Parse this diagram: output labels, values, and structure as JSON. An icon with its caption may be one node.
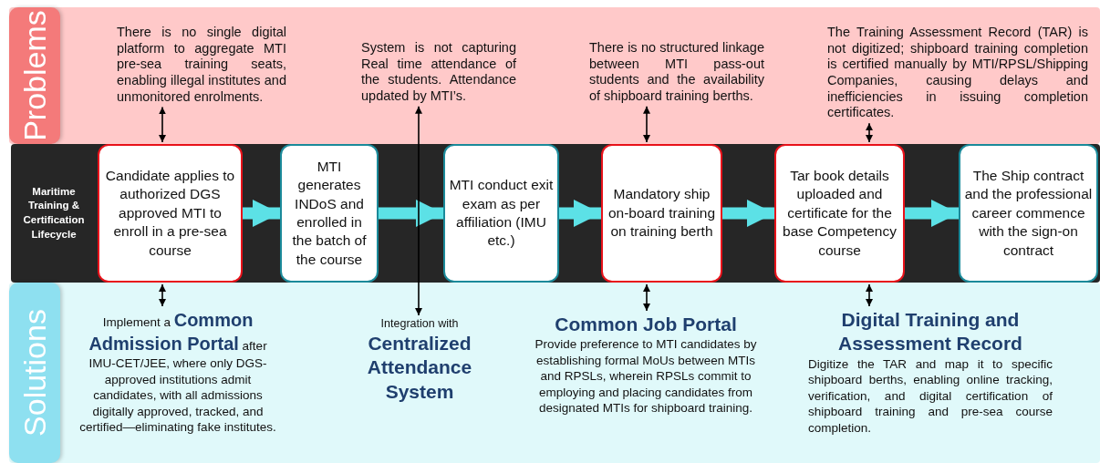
{
  "diagram": {
    "nodes": [
      {
        "text": [
          "Problems"
        ]
      },
      {
        "text": [
          "There is no single digital platform to aggregate MTI pre-sea training seats, enabling illegal institutes and unmonitored enrolments."
        ],
        "in": 0
      },
      {
        "text": [
          "System is not capturing Real time attendance of the students. Attendance updated by MTI’s."
        ],
        "in": 0
      },
      {
        "text": [
          "There is no structured linkage between MTI pass-out students and the availability of shipboard training berths."
        ],
        "in": 0
      },
      {
        "text": [
          "The Training Assessment Record (TAR) is not digitized; shipboard training completion is certified manually by MTI/RPSL/Shipping Companies, causing delays and inefficiencies in issuing completion certificates."
        ],
        "in": 0
      },
      {
        "text": [
          "Maritime Training & Certification Lifecycle"
        ]
      },
      {
        "text": [
          "Candidate applies to authorized DGS approved MTI to enroll in a pre-sea course"
        ],
        "in": 5
      },
      {
        "text": [
          "MTI generates INDoS and enrolled in the batch of the course"
        ],
        "in": 5
      },
      {
        "text": [
          "MTI conduct exit exam as per affiliation (IMU etc.)"
        ],
        "in": 5
      },
      {
        "text": [
          "Mandatory ship on-board training on training berth"
        ],
        "in": 5
      },
      {
        "text": [
          "Tar book details uploaded and certificate for the base Competency course"
        ],
        "in": 5
      },
      {
        "text": [
          "The Ship contract and the professional career commence with the sign-on contract"
        ],
        "in": 5
      },
      {
        "text": [
          "Solutions"
        ]
      },
      {
        "text": [
          "Implement a **Common Admission Portal** after IMU-CET/JEE, where only DGS-approved institutions admit candidates, with all admissions digitally approved, tracked, and certified—eliminating fake institutes."
        ],
        "in": 12
      },
      {
        "text": [
          "Integration with",
          "Centralized Attendance System"
        ],
        "in": 12
      },
      {
        "text": [
          "Common Job Portal",
          "Provide preference to MTI candidates by establishing formal MoUs between MTIs and RPSLs, wherein RPSLs commit to employing and placing candidates from designated MTIs for shipboard training."
        ],
        "in": 12
      },
      {
        "text": [
          "Digital Training and Assessment Record",
          "Digitize the TAR and map it to specific shipboard berths, enabling online tracking, verification, and digital certification of shipboard training and pre-sea course completion."
        ],
        "in": 12
      }
    ],
    "edges": [
      {
        "from": 6,
        "to": 7,
        "arrow": "to",
        "style": "thick",
        "color": "#5ce1e6"
      },
      {
        "from": 7,
        "to": 8,
        "arrow": "to",
        "style": "thick",
        "color": "#5ce1e6"
      },
      {
        "from": 8,
        "to": 9,
        "arrow": "to",
        "style": "thick",
        "color": "#5ce1e6"
      },
      {
        "from": 9,
        "to": 10,
        "arrow": "to",
        "style": "thick",
        "color": "#5ce1e6"
      },
      {
        "from": 10,
        "to": 11,
        "arrow": "to",
        "style": "thick",
        "color": "#5ce1e6"
      },
      {
        "from": 1,
        "to": 6,
        "arrow": "both"
      },
      {
        "from": 6,
        "to": 13,
        "arrow": "both"
      },
      {
        "from": 2,
        "to": 14,
        "arrow": "both"
      },
      {
        "from": 3,
        "to": 9,
        "arrow": "both"
      },
      {
        "from": 9,
        "to": 15,
        "arrow": "both"
      },
      {
        "from": 4,
        "to": 10,
        "arrow": "both"
      },
      {
        "from": 10,
        "to": 16,
        "arrow": "both"
      }
    ]
  }
}
